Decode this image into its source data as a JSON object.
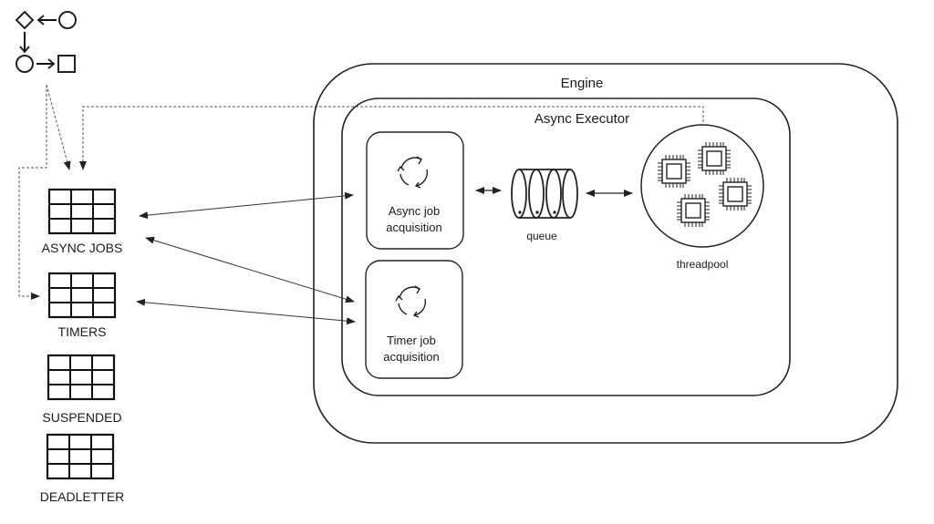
{
  "legend": {
    "icon": "bpmn-process-flow-icon"
  },
  "engine": {
    "title": "Engine",
    "executor": {
      "title": "Async Executor",
      "async_acquisition": {
        "label_line1": "Async job",
        "label_line2": "acquisition",
        "icon": "refresh-cycle-icon"
      },
      "timer_acquisition": {
        "label_line1": "Timer job",
        "label_line2": "acquisition",
        "icon": "refresh-cycle-icon"
      },
      "queue": {
        "label": "queue",
        "icon": "queue-cylinder-icon"
      },
      "threadpool": {
        "label": "threadpool",
        "icon": "cpu-chip-icon",
        "chip_count": 4
      }
    }
  },
  "tables": [
    {
      "label": "ASYNC JOBS",
      "icon": "table-grid-icon"
    },
    {
      "label": "TIMERS",
      "icon": "table-grid-icon"
    },
    {
      "label": "SUSPENDED",
      "icon": "table-grid-icon"
    },
    {
      "label": "DEADLETTER",
      "icon": "table-grid-icon"
    }
  ],
  "connections": [
    {
      "from": "ASYNC JOBS",
      "to": "Async job acquisition",
      "style": "solid",
      "direction": "both"
    },
    {
      "from": "ASYNC JOBS",
      "to": "Timer job acquisition",
      "style": "solid",
      "direction": "both"
    },
    {
      "from": "TIMERS",
      "to": "Timer job acquisition",
      "style": "solid",
      "direction": "both"
    },
    {
      "from": "Async job acquisition",
      "to": "queue",
      "style": "solid",
      "direction": "both"
    },
    {
      "from": "queue",
      "to": "threadpool",
      "style": "solid",
      "direction": "both"
    },
    {
      "from": "process",
      "to": "ASYNC JOBS",
      "style": "dotted",
      "direction": "forward"
    },
    {
      "from": "process",
      "to": "TIMERS",
      "style": "dotted",
      "direction": "forward"
    },
    {
      "from": "threadpool",
      "to": "ASYNC JOBS",
      "style": "dotted",
      "direction": "forward"
    }
  ]
}
